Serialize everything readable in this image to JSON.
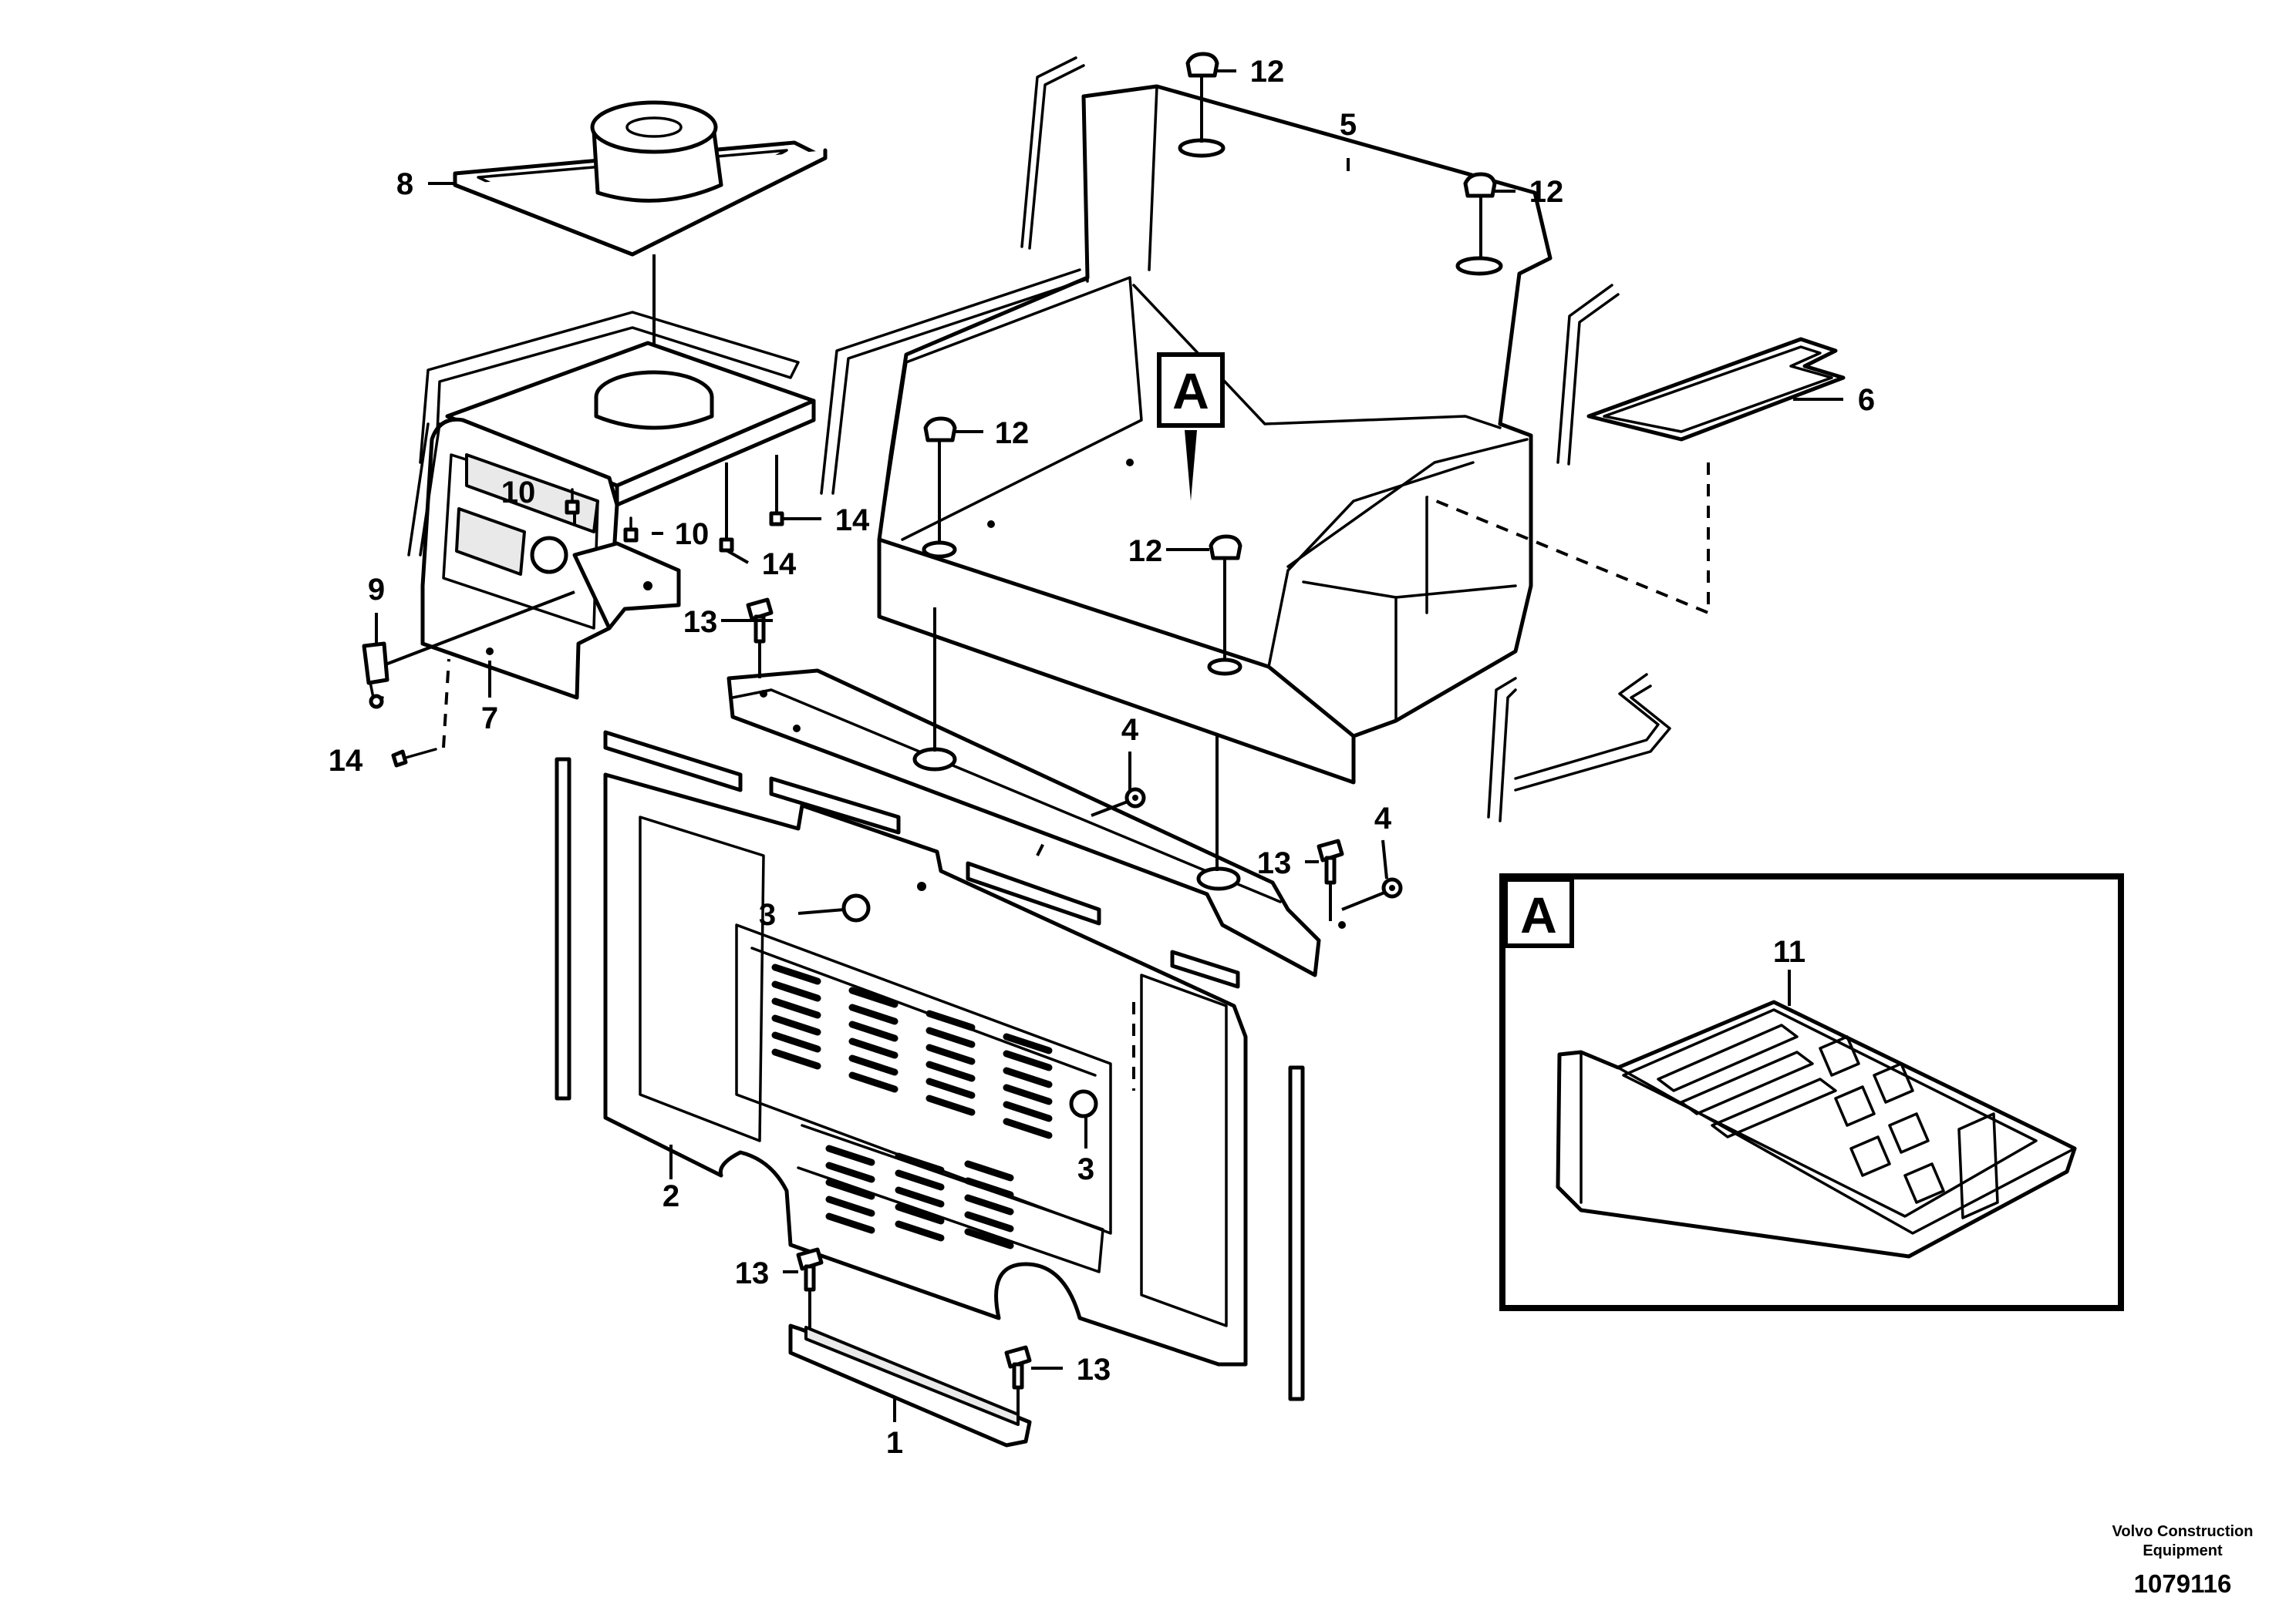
{
  "callouts": {
    "c1": "1",
    "c2": "2",
    "c3a": "3",
    "c3b": "3",
    "c4a": "4",
    "c4b": "4",
    "c5": "5",
    "c6": "6",
    "c7": "7",
    "c8": "8",
    "c9": "9",
    "c10a": "10",
    "c10b": "10",
    "c11": "11",
    "c12a": "12",
    "c12b": "12",
    "c12c": "12",
    "c12d": "12",
    "c13a": "13",
    "c13b": "13",
    "c13c": "13",
    "c13d": "13",
    "c14a": "14",
    "c14b": "14",
    "c14c": "14"
  },
  "detail_marker": "A",
  "detail_box_label": "A",
  "credit": {
    "line1": "Volvo Construction",
    "line2": "Equipment"
  },
  "document_number": "1079116"
}
